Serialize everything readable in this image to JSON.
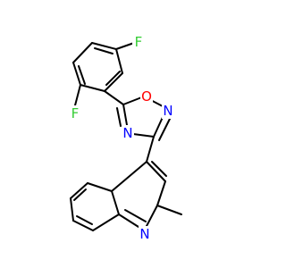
{
  "molecule": {
    "colors": {
      "bond": "#000000",
      "F": "#33cc33",
      "O": "#ff0000",
      "N": "#0000ff",
      "background": "#ffffff"
    },
    "atom_labels": {
      "F_top": "F",
      "F_left": "F",
      "O_ring": "O",
      "N_oxadiazole_right": "N",
      "N_oxadiazole_left": "N",
      "N_quinoline": "N"
    }
  }
}
